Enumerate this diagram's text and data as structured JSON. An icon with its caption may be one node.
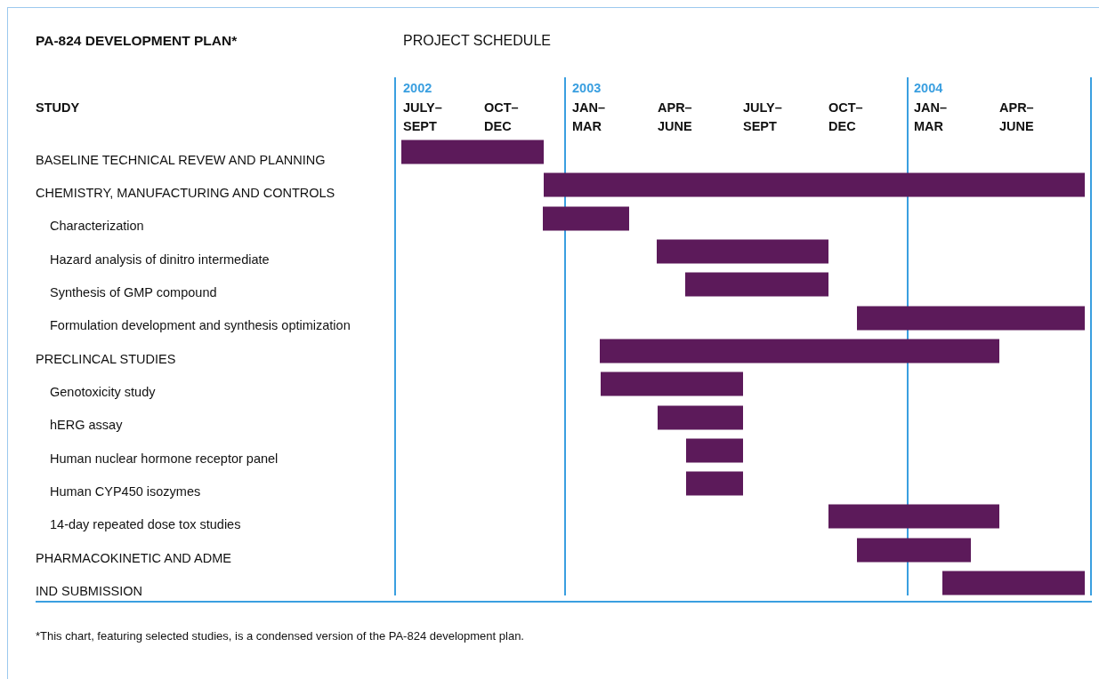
{
  "diagram": {
    "title": "PA-824 DEVELOPMENT PLAN*",
    "nodes": [
      {
        "text": [],
        "shape": "bar"
      },
      {
        "text": [],
        "shape": "bar"
      },
      {
        "text": [],
        "shape": "bar"
      },
      {
        "text": [],
        "shape": "bar"
      },
      {
        "text": [],
        "shape": "bar"
      },
      {
        "text": [],
        "shape": "bar"
      },
      {
        "text": [],
        "shape": "bar"
      },
      {
        "text": [],
        "shape": "bar"
      },
      {
        "text": [],
        "shape": "bar"
      },
      {
        "text": [],
        "shape": "bar"
      },
      {
        "text": [],
        "shape": "bar"
      },
      {
        "text": [],
        "shape": "bar"
      },
      {
        "text": [],
        "shape": "bar"
      },
      {
        "text": [],
        "shape": "bar"
      }
    ],
    "labels": [
      "PROJECT SCHEDULE",
      "STUDY",
      "2002",
      "2003",
      "2004",
      "JULY– SEPT",
      "OCT– DEC",
      "JAN– MAR",
      "APR– JUNE",
      "JULY– SEPT",
      "OCT– DEC",
      "JAN– MAR",
      "APR– JUNE",
      "BASELINE TECHNICAL REVEW AND PLANNING",
      "CHEMISTRY, MANUFACTURING AND CONTROLS",
      "Characterization",
      "Hazard analysis of dinitro intermediate",
      "Synthesis of GMP compound",
      "Formulation development and synthesis optimization",
      "PRECLINCAL STUDIES",
      "Genotoxicity study",
      "hERG assay",
      "Human nuclear hormone receptor panel",
      "Human CYP450 isozymes",
      "14-day repeated dose tox studies",
      "PHARMACOKINETIC AND ADME",
      "IND SUBMISSION"
    ],
    "caption": "*This chart, featuring selected studies, is a condensed version of the PA-824 development plan."
  }
}
